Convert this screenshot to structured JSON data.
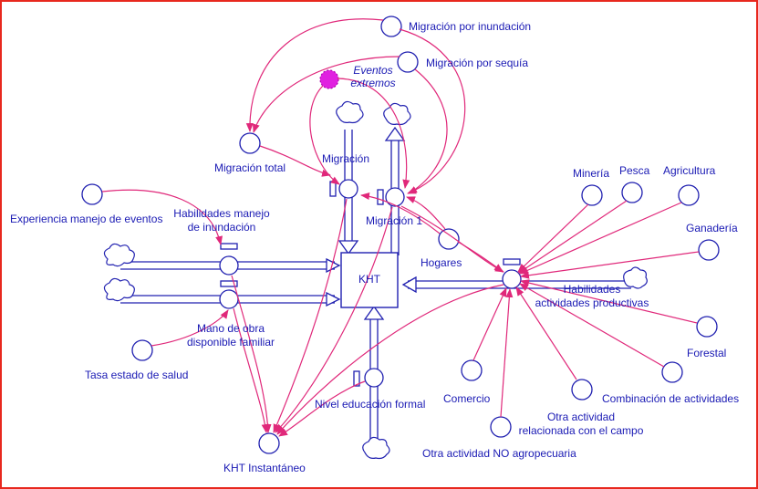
{
  "diagram": {
    "stock": "KHT",
    "flows": {
      "migracion": "Migración",
      "migracion_1": "Migración 1",
      "habilidades_manejo_inundacion": [
        "Habilidades manejo",
        "de inundación"
      ],
      "mano_obra": [
        "Mano de obra",
        "disponible familiar"
      ],
      "nivel_educacion": "Nivel educación formal",
      "habilidades_productivas": [
        "Habilidades",
        "actividades productivas"
      ]
    },
    "variables": {
      "migracion_inundacion": "Migración por inundación",
      "migracion_sequia": "Migración por sequía",
      "eventos_extremos": [
        "Eventos",
        "extremos"
      ],
      "migracion_total": "Migración total",
      "experiencia_manejo": "Experiencia manejo de eventos",
      "tasa_salud": "Tasa estado de salud",
      "hogares": "Hogares",
      "kht_instantaneo": "KHT Instantáneo",
      "mineria": "Minería",
      "pesca": "Pesca",
      "agricultura": "Agricultura",
      "ganaderia": "Ganadería",
      "forestal": "Forestal",
      "combinacion": "Combinación de actividades",
      "otra_campo": [
        "Otra actividad",
        "relacionada con el campo"
      ],
      "otra_no_agro": "Otra actividad NO agropecuaria",
      "comercio": "Comercio"
    },
    "colors": {
      "flow": "#2020b0",
      "link": "#e0287a",
      "text": "#1a1ab4",
      "frame": "#e8281e",
      "eventos_node": "#e020e0"
    }
  }
}
